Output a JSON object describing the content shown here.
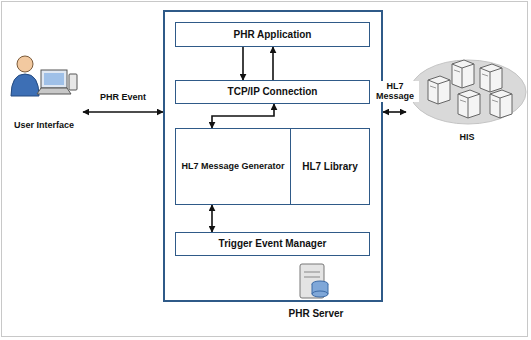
{
  "diagram": {
    "nodes": [
      {
        "text": [
          "User Interface"
        ]
      },
      {
        "text": [
          "PHR Server"
        ]
      },
      {
        "text": [
          "PHR Application"
        ],
        "in": 1
      },
      {
        "text": [
          "TCP/IP Connection"
        ],
        "in": 1
      },
      {
        "text": [
          "HL7 Message Generator"
        ],
        "in": 1
      },
      {
        "text": [
          "HL7 Library"
        ],
        "in": 1
      },
      {
        "text": [
          "Trigger Event Manager"
        ],
        "in": 1
      },
      {
        "text": [
          "HIS"
        ]
      }
    ],
    "edges": [
      {
        "from": 0,
        "to": 1,
        "label": "PHR Event",
        "arrow": "both"
      },
      {
        "from": 7,
        "to": 1,
        "label": "HL7 Message",
        "arrow": "both"
      },
      {
        "from": 2,
        "to": 3,
        "arrow": "to"
      },
      {
        "from": 3,
        "to": 2,
        "arrow": "to"
      },
      {
        "from": 4,
        "to": 3,
        "arrow": "both"
      },
      {
        "from": 4,
        "to": 6,
        "arrow": "both"
      }
    ]
  }
}
